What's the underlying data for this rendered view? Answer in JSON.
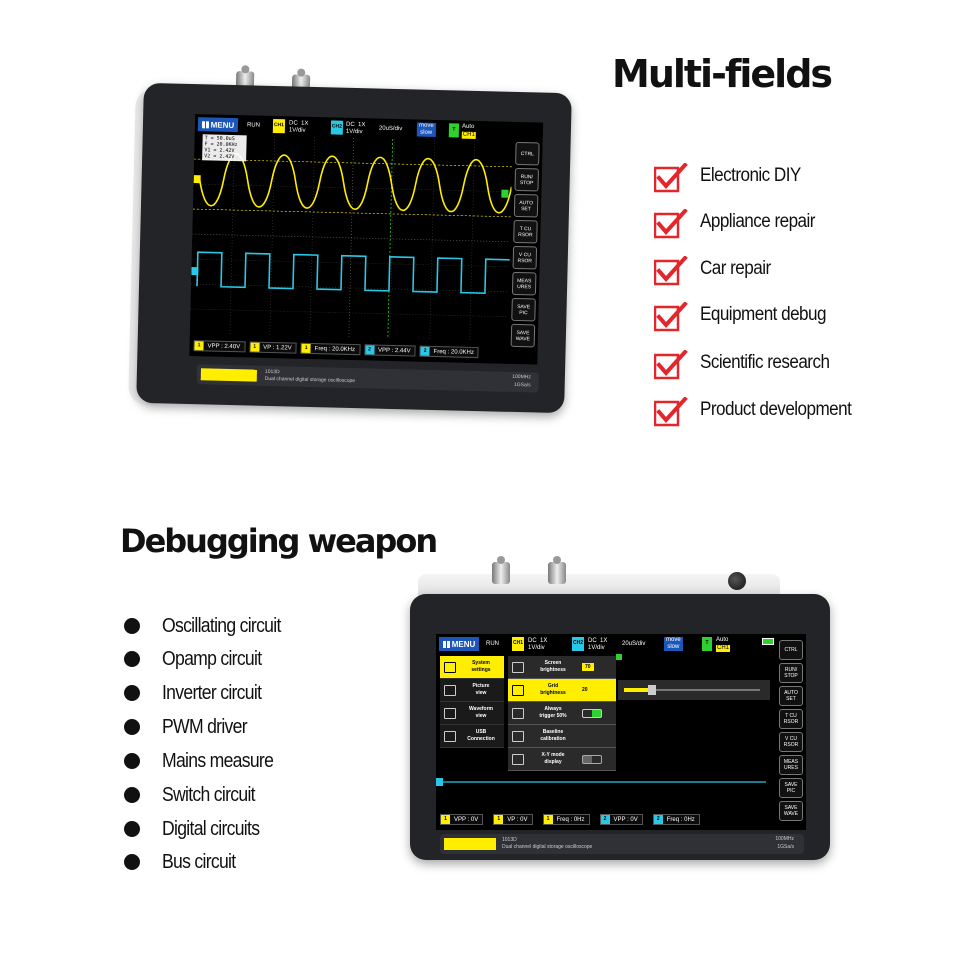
{
  "headings": {
    "multi_fields": "Multi-fields",
    "debugging_weapon": "Debugging weapon"
  },
  "checklist": [
    "Electronic DIY",
    "Appliance repair",
    "Car repair",
    "Equipment debug",
    "Scientific research",
    "Product development"
  ],
  "bullets": [
    "Oscillating circuit",
    "Opamp circuit",
    "Inverter circuit",
    "PWM driver",
    "Mains measure",
    "Switch circuit",
    "Digital circuits",
    "Bus circuit"
  ],
  "colors": {
    "check_red": "#e3262b",
    "ch1_yellow": "#ffee00",
    "ch2_cyan": "#29c8e6",
    "menu_blue": "#1b56b8",
    "trigger_green": "#2fd12f"
  },
  "scope1": {
    "menu_label": "MENU",
    "run_state": "RUN",
    "ch1_badge": "CH1",
    "ch1_setting": "DC  1X\n1V/div",
    "ch2_badge": "CH2",
    "ch2_setting": "DC  1X\n1V/div",
    "timebase": "20uS/div",
    "move_mode": "move\nslow",
    "trigger_badge": "T",
    "trigger_mode": "Auto",
    "trigger_source": "CH1",
    "readout_lines": [
      "T = 50.0uS",
      "F = 20.0KHz",
      "V1 = 2.42V",
      "V2 = 2.42V"
    ],
    "side_buttons": [
      "CTRL",
      "RUN/\nSTOP",
      "AUTO\nSET",
      "T CU\nRSOR",
      "V CU\nRSOR",
      "MEAS\nURES",
      "SAVE\nPIC",
      "SAVE\nWAVE"
    ],
    "measurements": [
      {
        "ch": "1",
        "text": "VPP : 2.40V"
      },
      {
        "ch": "1",
        "text": "VP : 1.22V"
      },
      {
        "ch": "1",
        "text": "Freq : 20.0KHz"
      },
      {
        "ch": "2",
        "text": "VPP : 2.44V"
      },
      {
        "ch": "2",
        "text": "Freq : 20.0KHz"
      }
    ],
    "model": "1013D",
    "model_desc": "Dual channel digital storage oscilloscope",
    "spec_bandwidth": "100MHz",
    "spec_sample": "1GSa/s"
  },
  "scope2": {
    "menu_label": "MENU",
    "run_state": "RUN",
    "ch1_badge": "CH1",
    "ch1_setting": "DC  1X\n1V/div",
    "ch2_badge": "CH2",
    "ch2_setting": "DC  1X\n1V/div",
    "timebase": "20uS/div",
    "move_mode": "move\nslow",
    "trigger_badge": "T",
    "trigger_mode": "Auto",
    "trigger_source": "CH1",
    "menu_items": [
      "System\nsettings",
      "Picture\nview",
      "Waveform\nview",
      "USB\nConnection"
    ],
    "sub_items": [
      {
        "label": "Screen\nbrightness",
        "value": "70"
      },
      {
        "label": "Grid\nbrightness",
        "value": "20"
      },
      {
        "label": "Always\ntrigger 50%",
        "value": ""
      },
      {
        "label": "Baseline\ncalibration",
        "value": ""
      },
      {
        "label": "X-Y mode\ndisplay",
        "value": ""
      }
    ],
    "side_buttons": [
      "CTRL",
      "RUN/\nSTOP",
      "AUTO\nSET",
      "T CU\nRSOR",
      "V CU\nRSOR",
      "MEAS\nURES",
      "SAVE\nPIC",
      "SAVE\nWAVE"
    ],
    "measurements": [
      {
        "ch": "1",
        "text": "VPP : 0V"
      },
      {
        "ch": "1",
        "text": "VP : 0V"
      },
      {
        "ch": "1",
        "text": "Freq : 0Hz"
      },
      {
        "ch": "2",
        "text": "VPP : 0V"
      },
      {
        "ch": "2",
        "text": "Freq : 0Hz"
      }
    ],
    "model": "1013D",
    "model_desc": "Dual channel digital storage oscilloscope",
    "spec_bandwidth": "100MHz",
    "spec_sample": "1GSa/s"
  }
}
